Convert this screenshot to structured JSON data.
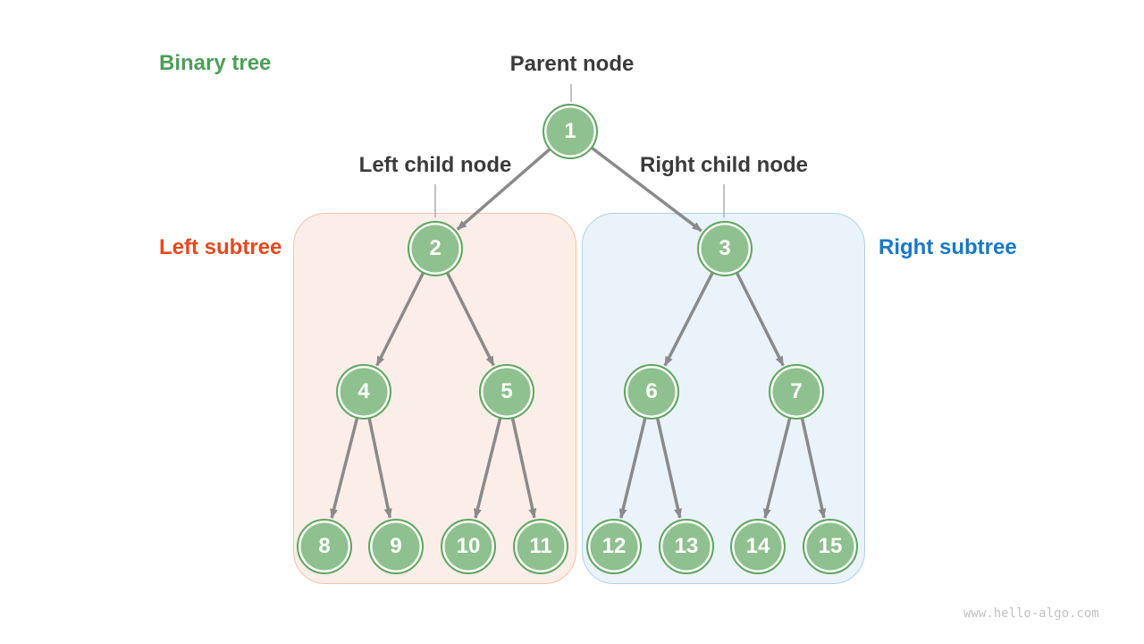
{
  "title": {
    "text": "Binary tree",
    "color": "#4d9e59"
  },
  "annotations": {
    "parent": "Parent node",
    "left_child": "Left child node",
    "right_child": "Right child node"
  },
  "subtrees": {
    "left": {
      "label": "Left subtree",
      "label_color": "#e8481d",
      "bg": "#fbeee8",
      "border": "#f4c2a8"
    },
    "right": {
      "label": "Right subtree",
      "label_color": "#1879c8",
      "bg": "#eaf3fa",
      "border": "#afd0ec"
    }
  },
  "tree": {
    "node_fill": "#8fc08f",
    "node_border": "#5fa75f",
    "arrow_color": "#8a8a8a",
    "nodes": [
      "1",
      "2",
      "3",
      "4",
      "5",
      "6",
      "7",
      "8",
      "9",
      "10",
      "11",
      "12",
      "13",
      "14",
      "15"
    ],
    "edges": [
      [
        1,
        2
      ],
      [
        1,
        3
      ],
      [
        2,
        4
      ],
      [
        2,
        5
      ],
      [
        3,
        6
      ],
      [
        3,
        7
      ],
      [
        4,
        8
      ],
      [
        4,
        9
      ],
      [
        5,
        10
      ],
      [
        5,
        11
      ],
      [
        6,
        12
      ],
      [
        6,
        13
      ],
      [
        7,
        14
      ],
      [
        7,
        15
      ]
    ]
  },
  "watermark": "www.hello-algo.com"
}
